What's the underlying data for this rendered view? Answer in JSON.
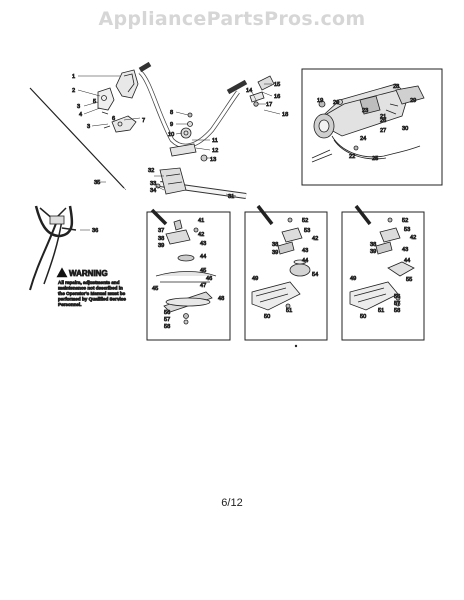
{
  "watermark": "AppliancePartsPros.com",
  "page_number": "6/12",
  "warning": {
    "title": "WARNING",
    "lines": [
      "All repairs, adjustments and",
      "maintenance not described in",
      "the Operator's Manual must be",
      "performed by Qualified Service",
      "Personnel."
    ]
  },
  "callouts": {
    "c1": "1",
    "c2": "2",
    "c3a": "3",
    "c3b": "3",
    "c4": "4",
    "c5": "5",
    "c6": "6",
    "c7": "7",
    "c8": "8",
    "c9": "9",
    "c10": "10",
    "c11": "11",
    "c12": "12",
    "c13": "13",
    "c14": "14",
    "c15": "15",
    "c16": "16",
    "c17": "17",
    "c18": "18",
    "c19": "19",
    "c20": "20",
    "c21": "21",
    "c22": "22",
    "c23": "23",
    "c24": "24",
    "c25": "25",
    "c26": "26",
    "c27": "27",
    "c28": "28",
    "c29": "29",
    "c30": "30",
    "c31": "31",
    "c32": "32",
    "c33": "33",
    "c34": "34",
    "c35": "35",
    "c36": "36",
    "p1_41": "41",
    "p1_37": "37",
    "p1_38": "38",
    "p1_39": "39",
    "p1_42": "42",
    "p1_43": "43",
    "p1_44": "44",
    "p1_45": "45",
    "p1_46": "46",
    "p1_47": "47",
    "p1_48": "48",
    "p1_45b": "45",
    "p1_56": "56",
    "p1_57": "57",
    "p1_58": "58",
    "p2_52": "52",
    "p2_53": "53",
    "p2_42": "42",
    "p2_38": "38",
    "p2_39": "39",
    "p2_43": "43",
    "p2_44": "44",
    "p2_54": "54",
    "p2_49": "49",
    "p2_51": "51",
    "p2_50": "50",
    "p3_52": "52",
    "p3_53": "53",
    "p3_42": "42",
    "p3_38": "38",
    "p3_39": "39",
    "p3_43": "43",
    "p3_44": "44",
    "p3_55": "55",
    "p3_56": "56",
    "p3_57": "57",
    "p3_58": "58",
    "p3_49": "49",
    "p3_51": "51",
    "p3_50": "50"
  }
}
